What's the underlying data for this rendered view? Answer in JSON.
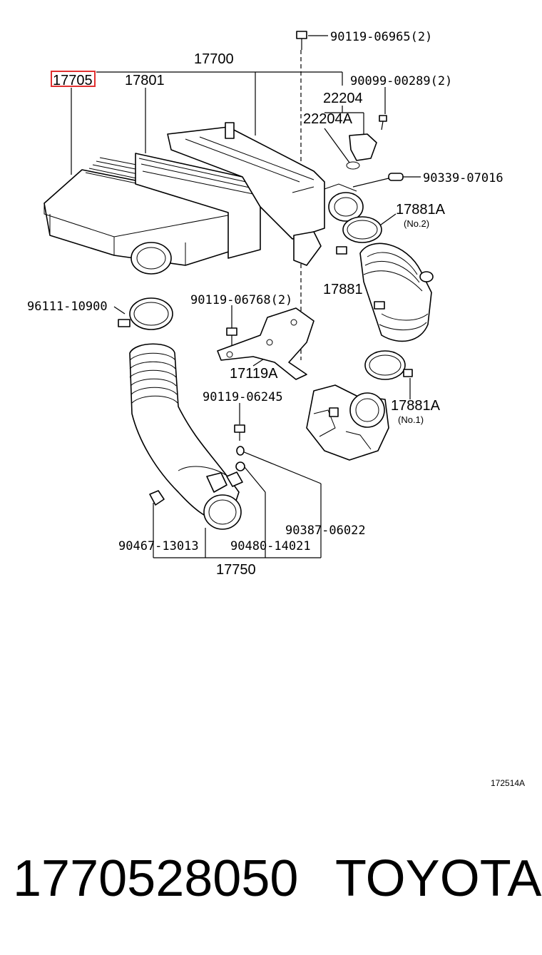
{
  "diagram": {
    "callouts": {
      "p17700": "17700",
      "p17705": "17705",
      "p17801": "17801",
      "p90119_06965": "90119-06965(2)",
      "p90099_00289": "90099-00289(2)",
      "p22204": "22204",
      "p22204A": "22204A",
      "p90339_07016": "90339-07016",
      "p17881A_top": "17881A",
      "no2": "(No.2)",
      "p17881": "17881",
      "p96111_10900": "96111-10900",
      "p90119_06768": "90119-06768(2)",
      "p17119A": "17119A",
      "p90119_06245": "90119-06245",
      "p17881A_bottom": "17881A",
      "no1": "(No.1)",
      "p90387_06022": "90387-06022",
      "p90467_13013": "90467-13013",
      "p90480_14021": "90480-14021",
      "p17750": "17750"
    },
    "highlight_color": "#e03030",
    "reference_code": "172514A"
  },
  "footer": {
    "part_number": "1770528050",
    "brand": "TOYOTA"
  }
}
